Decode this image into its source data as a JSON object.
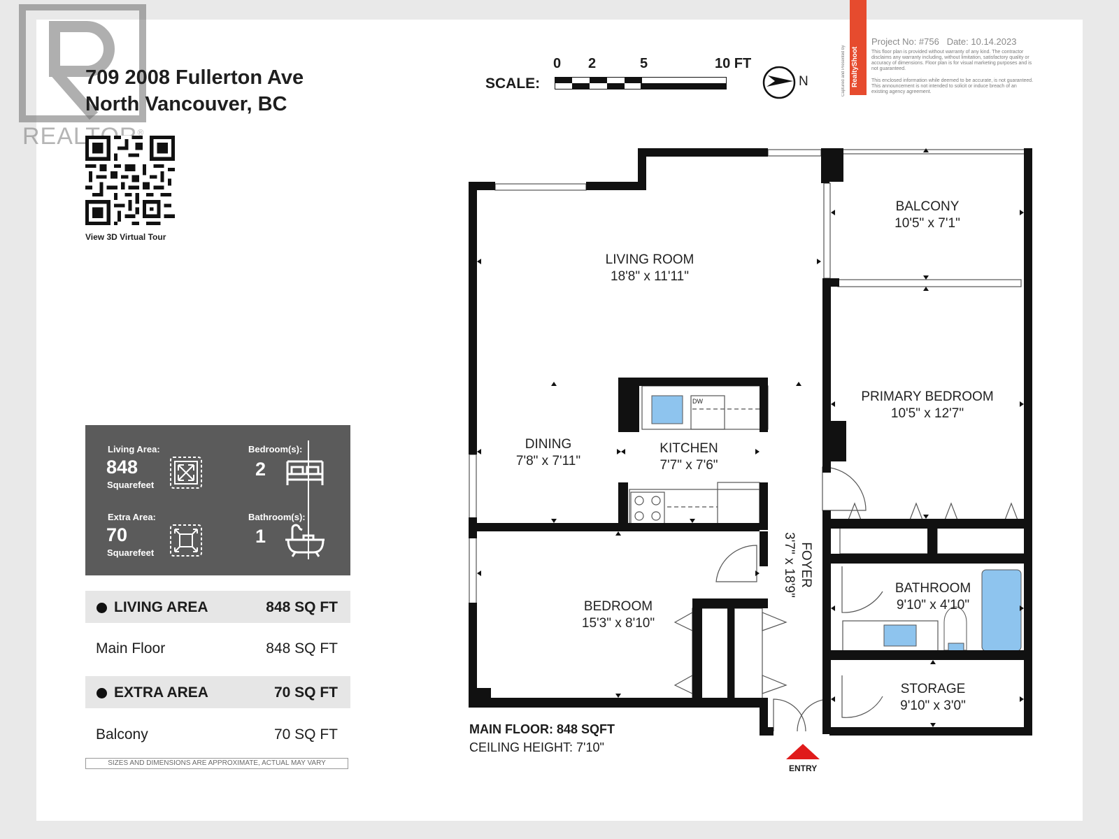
{
  "watermark": {
    "brand": "REALTOR",
    "registered_mark": "®"
  },
  "address": {
    "line1": "709 2008 Fullerton Ave",
    "line2": "North Vancouver, BC"
  },
  "virtual_tour": {
    "label": "View 3D Virtual Tour"
  },
  "scale": {
    "label": "SCALE:",
    "ticks": [
      "0",
      "2",
      "5",
      "10 FT"
    ]
  },
  "compass": {
    "label": "N"
  },
  "presenter": {
    "captured_by": "Captured and Presented by",
    "brand": "RealtyShoot",
    "project": "Project No: #756",
    "date": "Date: 10.14.2023",
    "disclaimer1": "This floor plan is provided without warranty of any kind. The contractor disclaims any warranty including, without limitation, satisfactory quality or accuracy of dimensions. Floor plan is for visual marketing purposes and is not guaranteed.",
    "disclaimer2": "This enclosed information while deemed to be accurate, is not guaranteed. This announcement is not intended to solicit or induce breach of an existing agency agreement."
  },
  "stats": {
    "living_area": {
      "label": "Living Area:",
      "value": "848",
      "unit": "Squarefeet"
    },
    "extra_area": {
      "label": "Extra Area:",
      "value": "70",
      "unit": "Squarefeet"
    },
    "bedrooms": {
      "label": "Bedroom(s):",
      "value": "2"
    },
    "bathrooms": {
      "label": "Bathroom(s):",
      "value": "1"
    }
  },
  "areas": [
    {
      "name": "LIVING AREA",
      "value": "848 SQ FT",
      "header": true
    },
    {
      "name": "Main Floor",
      "value": "848 SQ FT",
      "header": false
    },
    {
      "name": "EXTRA AREA",
      "value": "70 SQ FT",
      "header": true
    },
    {
      "name": "Balcony",
      "value": "70 SQ FT",
      "header": false
    }
  ],
  "disclaimer_note": "SIZES AND DIMENSIONS ARE APPROXIMATE, ACTUAL MAY VARY",
  "rooms": {
    "living": {
      "name": "LIVING ROOM",
      "size": "18'8\" x 11'11\""
    },
    "balcony": {
      "name": "BALCONY",
      "size": "10'5\" x 7'1\""
    },
    "primary": {
      "name": "PRIMARY BEDROOM",
      "size": "10'5\" x 12'7\""
    },
    "dining": {
      "name": "DINING",
      "size": "7'8\" x 7'11\""
    },
    "kitchen": {
      "name": "KITCHEN",
      "size": "7'7\" x 7'6\""
    },
    "foyer": {
      "name": "FOYER",
      "size": "3'7\" x 18'9\""
    },
    "bedroom": {
      "name": "BEDROOM",
      "size": "15'3\" x 8'10\""
    },
    "bathroom": {
      "name": "BATHROOM",
      "size": "9'10\" x 4'10\""
    },
    "storage": {
      "name": "STORAGE",
      "size": "9'10\" x 3'0\""
    }
  },
  "appliance": {
    "dishwasher": "DW"
  },
  "floor_info": {
    "main": "MAIN FLOOR: 848 SQFT",
    "ceiling": "CEILING HEIGHT: 7'10\""
  },
  "entry": {
    "label": "ENTRY"
  },
  "colors": {
    "stats_bg": "#5b5b5b",
    "entry_arrow": "#e01b1b",
    "fixture_blue": "#8ec4ee",
    "wall": "#111111",
    "brand_strip": "#e64b2e"
  }
}
